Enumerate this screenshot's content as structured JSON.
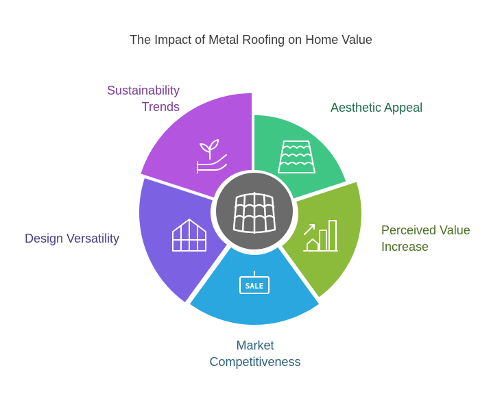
{
  "title": "The Impact of Metal Roofing on Home Value",
  "center": {
    "icon": "metal-roof-tiles-icon",
    "color": "#6b6b6b"
  },
  "segments": [
    {
      "label_lines": [
        "Aesthetic Appeal"
      ],
      "color": "#3fc685",
      "text_color": "#1f6e48",
      "icon": "roof-tiles-icon"
    },
    {
      "label_lines": [
        "Perceived Value",
        "Increase"
      ],
      "color": "#8cba3a",
      "text_color": "#4a6d20",
      "icon": "value-growth-chart-icon"
    },
    {
      "label_lines": [
        "Market",
        "Competitiveness"
      ],
      "color": "#2aa7df",
      "text_color": "#2d5f7a",
      "icon": "sale-sign-icon"
    },
    {
      "label_lines": [
        "Design Versatility"
      ],
      "color": "#7c62e3",
      "text_color": "#4a3d8c",
      "icon": "house-frame-icon"
    },
    {
      "label_lines": [
        "Sustainability",
        "Trends"
      ],
      "color": "#b455e0",
      "text_color": "#7a3b99",
      "icon": "plant-in-hand-icon"
    }
  ],
  "sale_sign_text": "SALE"
}
